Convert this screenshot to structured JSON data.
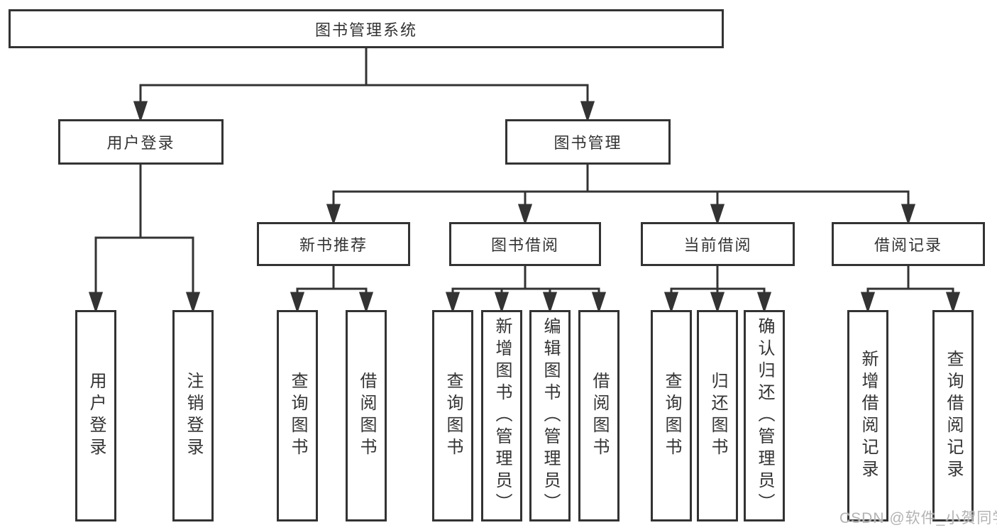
{
  "tree": {
    "root": "图书管理系统",
    "children": [
      {
        "label": "用户登录",
        "children": [
          {
            "label": "用户登录"
          },
          {
            "label": "注销登录"
          }
        ]
      },
      {
        "label": "图书管理",
        "children": [
          {
            "label": "新书推荐",
            "children": [
              {
                "label": "查询图书"
              },
              {
                "label": "借阅图书"
              }
            ]
          },
          {
            "label": "图书借阅",
            "children": [
              {
                "label": "查询图书"
              },
              {
                "label": "新增图书（管理员）"
              },
              {
                "label": "编辑图书（管理员）"
              },
              {
                "label": "借阅图书"
              }
            ]
          },
          {
            "label": "当前借阅",
            "children": [
              {
                "label": "查询图书"
              },
              {
                "label": "归还图书"
              },
              {
                "label": "确认归还（管理员）"
              }
            ]
          },
          {
            "label": "借阅记录",
            "children": [
              {
                "label": "新增借阅记录"
              },
              {
                "label": "查询借阅记录"
              }
            ]
          }
        ]
      }
    ]
  },
  "watermark": {
    "text": "CSDN @软件_小贺同学"
  },
  "colors": {
    "line": "#333333",
    "box_background": "#ffffff",
    "text": "#333333",
    "watermark": "#b3b3b3"
  }
}
